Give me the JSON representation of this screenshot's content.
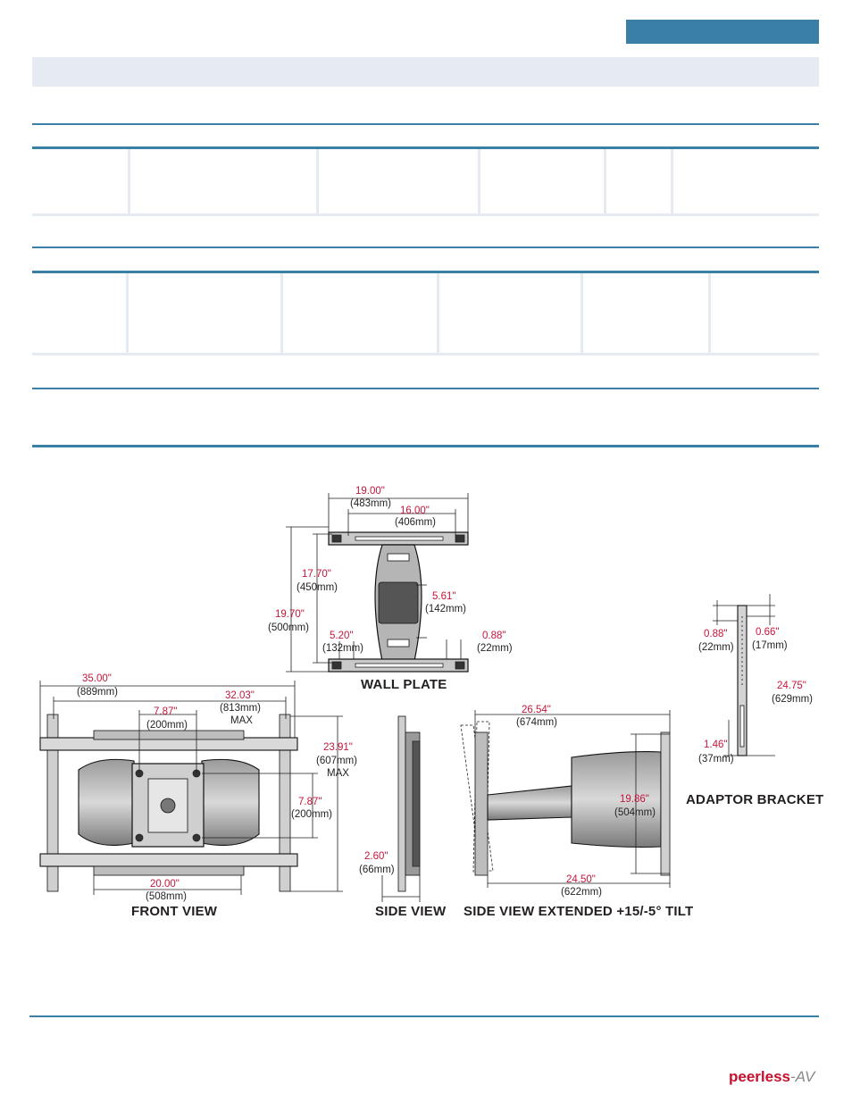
{
  "views": {
    "wall_plate": "WALL PLATE",
    "adaptor_bracket": "ADAPTOR BRACKET",
    "front_view": "FRONT VIEW",
    "side_view": "SIDE VIEW",
    "side_view_extended": "SIDE VIEW EXTENDED +15/-5° TILT"
  },
  "dims": {
    "wp_width_in": "19.00\"",
    "wp_width_mm": "(483mm)",
    "wp_inner_in": "16.00\"",
    "wp_inner_mm": "(406mm)",
    "wp_inner_h_in": "17.70\"",
    "wp_inner_h_mm": "(450mm)",
    "wp_height_in": "19.70\"",
    "wp_height_mm": "(500mm)",
    "wp_center_in": "5.61\"",
    "wp_center_mm": "(142mm)",
    "wp_low_in": "5.20\"",
    "wp_low_mm": "(132mm)",
    "wp_edge_in": "0.88\"",
    "wp_edge_mm": "(22mm)",
    "fv_width_in": "35.00\"",
    "fv_width_mm": "(889mm)",
    "fv_max_w_in": "32.03\"",
    "fv_max_w_mm": "(813mm)",
    "max_label": "MAX",
    "fv_hole_in": "7.87\"",
    "fv_hole_mm": "(200mm)",
    "fv_max_h_in": "23.91\"",
    "fv_max_h_mm": "(607mm)",
    "fv_vhole_in": "7.87\"",
    "fv_vhole_mm": "(200mm)",
    "fv_base_in": "20.00\"",
    "fv_base_mm": "(508mm)",
    "sv_depth_in": "2.60\"",
    "sv_depth_mm": "(66mm)",
    "se_ext_in": "26.54\"",
    "se_ext_mm": "(674mm)",
    "se_height_in": "19.86\"",
    "se_height_mm": "(504mm)",
    "se_base_in": "24.50\"",
    "se_base_mm": "(622mm)",
    "ab_top_in": "0.88\"",
    "ab_top_mm": "(22mm)",
    "ab_top2_in": "0.66\"",
    "ab_top2_mm": "(17mm)",
    "ab_len_in": "24.75\"",
    "ab_len_mm": "(629mm)",
    "ab_low_in": "1.46\"",
    "ab_low_mm": "(37mm)"
  },
  "logo": {
    "brand": "peerless",
    "suffix": "-AV"
  },
  "colors": {
    "accent": "#3a7fa6",
    "band": "#e6ebf1",
    "dim_red": "#c3163a",
    "brand_red": "#c8102e"
  }
}
